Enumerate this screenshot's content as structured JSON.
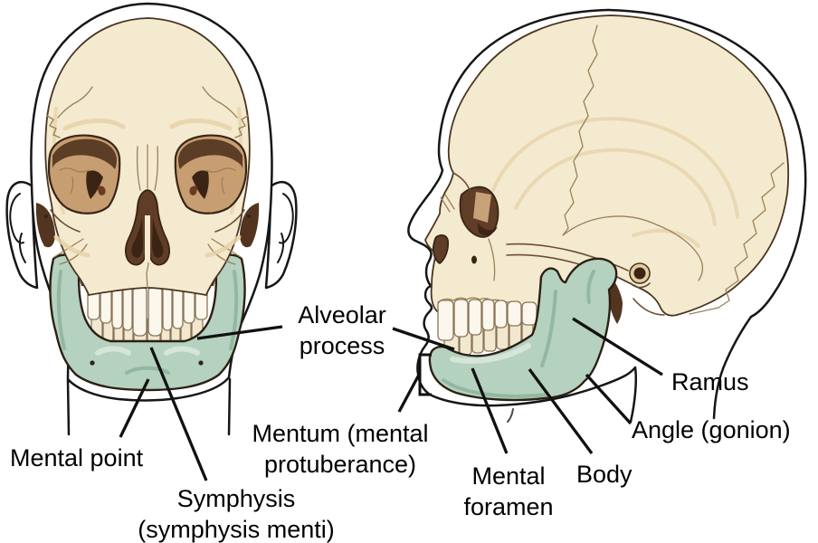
{
  "diagram": {
    "labels": {
      "alveolar_process": "Alveolar\nprocess",
      "mentum": "Mentum (mental\nprotuberance)",
      "mental_point": "Mental point",
      "symphysis": "Symphysis\n(symphysis menti)",
      "mental_foramen": "Mental\nforamen",
      "body": "Body",
      "ramus": "Ramus",
      "angle_gonion": "Angle (gonion)"
    },
    "colors": {
      "background": "#ffffff",
      "bone": "#f4ead0",
      "bone_shade": "#e6d2a8",
      "bone_line": "#4a3520",
      "cavity": "#5f3d27",
      "cavity_deep": "#3c2414",
      "mandible": "#b5d1bf",
      "mandible_shade": "#8db49c",
      "mandible_light": "#d8e8da",
      "teeth": "#fbf7ec",
      "outline": "#161616",
      "leader_line": "#111111",
      "label_text": "#000000"
    }
  }
}
